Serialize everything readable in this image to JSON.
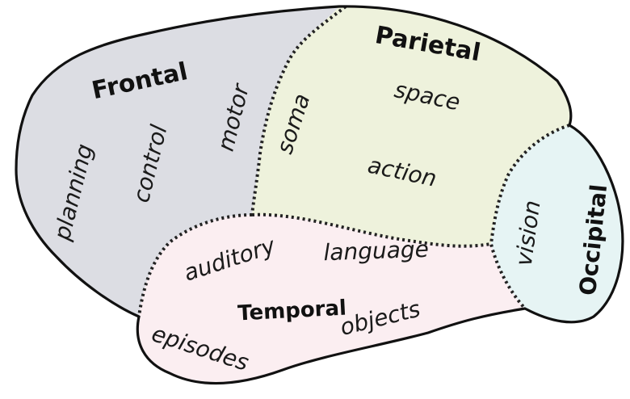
{
  "colors": {
    "frontal": "#dcdde3",
    "parietal": "#eef2dc",
    "temporal": "#fbeef1",
    "occipital": "#e6f4f4",
    "outline": "#111111",
    "boundary": "#222222"
  },
  "lobes": {
    "frontal": {
      "name": "Frontal",
      "functions": [
        "planning",
        "control",
        "motor"
      ]
    },
    "parietal": {
      "name": "Parietal",
      "functions": [
        "space",
        "soma",
        "action"
      ]
    },
    "temporal": {
      "name": "Temporal",
      "functions": [
        "auditory",
        "language",
        "objects",
        "episodes"
      ]
    },
    "occipital": {
      "name": "Occipital",
      "functions": [
        "vision"
      ]
    }
  }
}
